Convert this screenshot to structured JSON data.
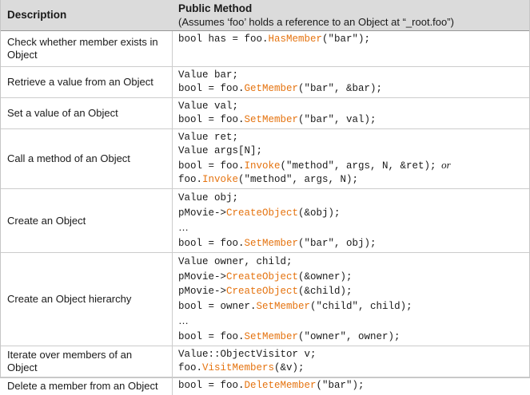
{
  "colors": {
    "header_bg": "#dbdbdb",
    "method_orange": "#e5730f",
    "grid_line": "#cccccc",
    "header_border": "#979797",
    "text": "#1a1a1a"
  },
  "table": {
    "header": {
      "description_label": "Description",
      "method_title": "Public Method",
      "method_subtitle": "(Assumes ‘foo’ holds a reference to an Object at “_root.foo”)"
    },
    "rows": [
      {
        "description": "Check whether member exists in Object",
        "code": [
          [
            {
              "text": "bool has = foo."
            },
            {
              "text": "HasMember",
              "style": "method"
            },
            {
              "text": "(\"bar\");"
            }
          ]
        ]
      },
      {
        "description": "Retrieve a value from an Object",
        "code": [
          [
            {
              "text": "Value bar;"
            }
          ],
          [
            {
              "text": "bool = foo."
            },
            {
              "text": "GetMember",
              "style": "method"
            },
            {
              "text": "(\"bar\", &bar);"
            }
          ]
        ]
      },
      {
        "description": "Set a value of an Object",
        "code": [
          [
            {
              "text": "Value val;"
            }
          ],
          [
            {
              "text": "bool = foo."
            },
            {
              "text": "SetMember",
              "style": "method"
            },
            {
              "text": "(\"bar\", val);"
            }
          ]
        ]
      },
      {
        "description": "Call a method of an Object",
        "code": [
          [
            {
              "text": "Value ret;"
            }
          ],
          [
            {
              "text": "Value args[N];"
            }
          ],
          [
            {
              "text": "bool = foo."
            },
            {
              "text": "Invoke",
              "style": "method"
            },
            {
              "text": "(\"method\", args, N, &ret);"
            },
            {
              "text": "  or",
              "style": "or"
            }
          ],
          [
            {
              "text": "foo."
            },
            {
              "text": "Invoke",
              "style": "method"
            },
            {
              "text": "(\"method\", args, N);"
            }
          ]
        ]
      },
      {
        "description": "Create an Object",
        "code": [
          [
            {
              "text": "Value obj;"
            }
          ],
          [
            {
              "text": "pMovie->"
            },
            {
              "text": "CreateObject",
              "style": "method"
            },
            {
              "text": "(&obj);"
            }
          ],
          [
            {
              "text": "…",
              "style": "ellipsis"
            }
          ],
          [
            {
              "text": "bool = foo."
            },
            {
              "text": "SetMember",
              "style": "method"
            },
            {
              "text": "(\"bar\", obj);"
            }
          ]
        ]
      },
      {
        "description": "Create an Object hierarchy",
        "code": [
          [
            {
              "text": "Value owner, child;"
            }
          ],
          [
            {
              "text": "pMovie->"
            },
            {
              "text": "CreateObject",
              "style": "method"
            },
            {
              "text": "(&owner);"
            }
          ],
          [
            {
              "text": "pMovie->"
            },
            {
              "text": "CreateObject",
              "style": "method"
            },
            {
              "text": "(&child);"
            }
          ],
          [
            {
              "text": "bool = owner."
            },
            {
              "text": "SetMember",
              "style": "method"
            },
            {
              "text": "(\"child\", child);"
            }
          ],
          [
            {
              "text": "…",
              "style": "ellipsis"
            }
          ],
          [
            {
              "text": "bool = foo."
            },
            {
              "text": "SetMember",
              "style": "method"
            },
            {
              "text": "(\"owner\", owner);"
            }
          ]
        ]
      },
      {
        "description": "Iterate over members of an Object",
        "code": [
          [
            {
              "text": "Value::ObjectVisitor v;"
            }
          ],
          [
            {
              "text": "foo."
            },
            {
              "text": "VisitMembers",
              "style": "method"
            },
            {
              "text": "(&v);"
            }
          ]
        ]
      },
      {
        "description": "Delete a member from an Object",
        "code": [
          [
            {
              "text": "bool = foo."
            },
            {
              "text": "DeleteMember",
              "style": "method"
            },
            {
              "text": "(\"bar\");"
            }
          ]
        ]
      }
    ]
  }
}
